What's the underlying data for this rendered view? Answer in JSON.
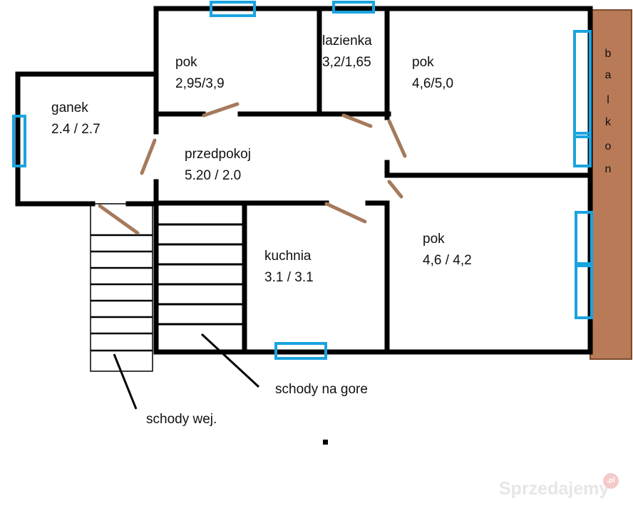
{
  "colors": {
    "wall": "#000000",
    "window": "#1aa3e0",
    "door": "#a57a5c",
    "balcony": "#b97a57",
    "balcony_border": "#7a4a2e"
  },
  "rooms": [
    {
      "name": "pok",
      "dims": "2,95/3,9"
    },
    {
      "name": "lazienka",
      "dims": "3,2/1,65"
    },
    {
      "name": "pok",
      "dims": "4,6/5,0"
    },
    {
      "name": "ganek",
      "dims": "2.4 / 2.7"
    },
    {
      "name": "przedpokoj",
      "dims": "5.20 / 2.0"
    },
    {
      "name": "kuchnia",
      "dims": "3.1 / 3.1"
    },
    {
      "name": "pok",
      "dims": "4,6 / 4,2"
    }
  ],
  "balcony_letters": [
    "b",
    "a",
    "l",
    "k",
    "o",
    "n"
  ],
  "annotations": {
    "stairs_up": "schody na gore",
    "stairs_entry": "schody wej."
  },
  "watermark": {
    "text": "Sprzedajemy",
    "badge": ".pl"
  }
}
